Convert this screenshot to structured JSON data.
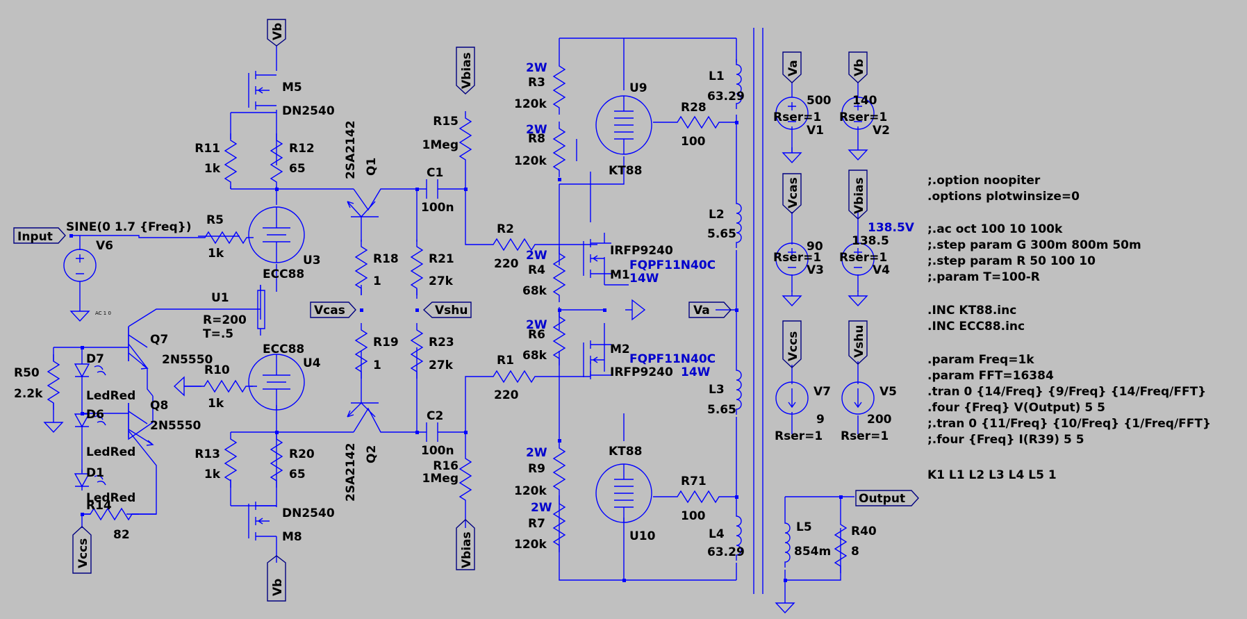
{
  "components": {
    "M5": [
      "M5",
      "DN2540"
    ],
    "M8": [
      "M8",
      "DN2540"
    ],
    "R11": [
      "R11",
      "1k"
    ],
    "R12": [
      "R12",
      "65"
    ],
    "R13": [
      "R13",
      "1k"
    ],
    "R20": [
      "R20",
      "65"
    ],
    "Q1": [
      "Q1",
      "2SA2142"
    ],
    "Q2": [
      "Q2",
      "2SA2142"
    ],
    "C1": [
      "C1",
      "100n"
    ],
    "C2": [
      "C2",
      "100n"
    ],
    "R15": [
      "R15",
      "1Meg"
    ],
    "R16": [
      "R16",
      "1Meg"
    ],
    "R18": [
      "R18",
      "1"
    ],
    "R19": [
      "R19",
      "1"
    ],
    "R21": [
      "R21",
      "27k"
    ],
    "R23": [
      "R23",
      "27k"
    ],
    "R5": [
      "R5",
      "1k"
    ],
    "R10": [
      "R10",
      "1k"
    ],
    "V6": [
      "V6",
      "SINE(0 1.7 {Freq})",
      "AC 1 0"
    ],
    "U3": [
      "U3",
      "ECC88"
    ],
    "U4": [
      "U4",
      "ECC88"
    ],
    "U1": [
      "U1",
      "R=200",
      "T=.5"
    ],
    "Q7": [
      "Q7",
      "2N5550"
    ],
    "Q8": [
      "Q8",
      "2N5550"
    ],
    "R50": [
      "R50",
      "2.2k"
    ],
    "D7": [
      "D7",
      "LedRed"
    ],
    "D6": [
      "D6",
      "LedRed"
    ],
    "D1": [
      "D1",
      "LedRed"
    ],
    "R14": [
      "R14",
      "82"
    ],
    "R2": [
      "R2",
      "220"
    ],
    "R1": [
      "R1",
      "220"
    ],
    "R3": [
      "R3",
      "120k",
      "2W"
    ],
    "R8": [
      "R8",
      "120k",
      "2W"
    ],
    "R4": [
      "R4",
      "68k",
      "2W"
    ],
    "R6": [
      "R6",
      "68k",
      "2W"
    ],
    "R9": [
      "R9",
      "120k",
      "2W"
    ],
    "R7": [
      "R7",
      "120k",
      "2W"
    ],
    "M1": [
      "M1",
      "IRFP9240",
      "FQPF11N40C",
      "14W"
    ],
    "M2": [
      "M2",
      "IRFP9240",
      "FQPF11N40C",
      "14W"
    ],
    "U9": [
      "U9",
      "KT88"
    ],
    "U10": [
      "U10",
      "KT88"
    ],
    "R28": [
      "R28",
      "100"
    ],
    "R71": [
      "R71",
      "100"
    ],
    "L1": [
      "L1",
      "63.29"
    ],
    "L2": [
      "L2",
      "5.65"
    ],
    "L3": [
      "L3",
      "5.65"
    ],
    "L4": [
      "L4",
      "63.29"
    ],
    "L5": [
      "L5",
      "854m"
    ],
    "R40": [
      "R40",
      "8"
    ],
    "V1": [
      "V1",
      "500",
      "Rser=1"
    ],
    "V2": [
      "V2",
      "140",
      "Rser=1"
    ],
    "V3": [
      "V3",
      "90",
      "Rser=1"
    ],
    "V4": [
      "V4",
      "138.5",
      "Rser=1",
      "138.5V"
    ],
    "V7": [
      "V7",
      "9",
      "Rser=1"
    ],
    "V5": [
      "V5",
      "200",
      "Rser=1"
    ]
  },
  "nets": {
    "vb": "Vb",
    "vbias": "Vbias",
    "vcas": "Vcas",
    "vshu": "Vshu",
    "va": "Va",
    "vccs": "Vccs",
    "input": "Input",
    "output": "Output"
  },
  "directives": [
    ";.option noopiter",
    ".options plotwinsize=0",
    "",
    ";.ac oct 100 10 100k",
    ";.step param G 300m 800m 50m",
    ";.step param R 50 100 10",
    ";.param T=100-R",
    "",
    ".INC KT88.inc",
    ".INC ECC88.inc",
    "",
    ".param Freq=1k",
    ".param FFT=16384",
    ".tran 0 {14/Freq} {9/Freq} {14/Freq/FFT}",
    ".four {Freq} V(Output) 5 5",
    ";.tran 0 {11/Freq} {10/Freq} {1/Freq/FFT}",
    ";.four {Freq} I(R39) 5 5",
    "",
    "K1 L1 L2 L3 L4 L5 1"
  ]
}
